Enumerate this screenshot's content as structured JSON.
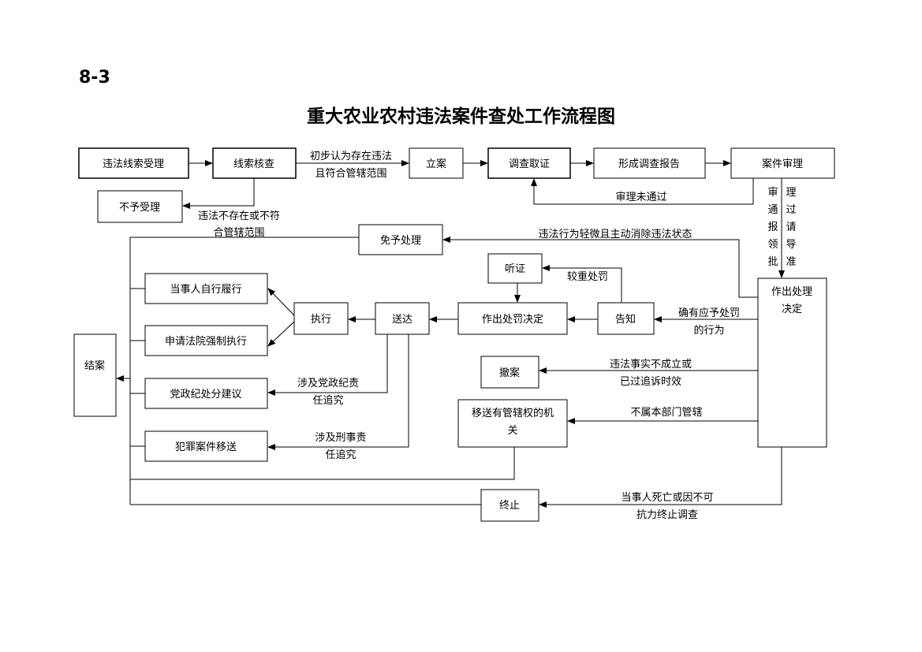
{
  "page": {
    "number": "8-3",
    "title": "重大农业农村违法案件查处工作流程图"
  },
  "nodes": {
    "clue_accept": "违法线索受理",
    "clue_verify": "线索核查",
    "not_accept": "不予受理",
    "file_case": "立案",
    "investigate": "调查取证",
    "report": "形成调查报告",
    "review": "案件审理",
    "exempt": "免予处理",
    "hearing": "听证",
    "decision": [
      "作出处理",
      "决定"
    ],
    "penalty_decision": "作出处罚决定",
    "notify": "告知",
    "deliver": "送达",
    "execute": "执行",
    "self_perform": "当事人自行履行",
    "court_enforce": "申请法院强制执行",
    "discipline": "党政纪处分建议",
    "crime_transfer": "犯罪案件移送",
    "close_case": "结案",
    "withdraw": "撤案",
    "transfer_org": [
      "移送有管辖权的机",
      "关"
    ],
    "terminate": "终止"
  },
  "labels": {
    "prelim": [
      "初步认为存在违法",
      "且符合管辖范围"
    ],
    "not_exist": [
      "违法不存在或不符",
      "合管辖范围"
    ],
    "review_fail": "审理未通过",
    "review_pass_col1": [
      "审",
      "通",
      "报",
      "领",
      "批"
    ],
    "review_pass_col2": [
      "理",
      "过",
      "请",
      "导",
      "准"
    ],
    "minor": "违法行为轻微且主动消除违法状态",
    "heavy": "较重处罚",
    "should_punish": [
      "确有应予处罚",
      "的行为"
    ],
    "party_discipline": [
      "涉及党政纪责",
      "任追究"
    ],
    "criminal": [
      "涉及刑事责",
      "任追究"
    ],
    "no_fact": [
      "违法事实不成立或",
      "已过追诉时效"
    ],
    "not_jurisdiction": "不属本部门管辖",
    "death": [
      "当事人死亡或因不可",
      "抗力终止调查"
    ]
  }
}
